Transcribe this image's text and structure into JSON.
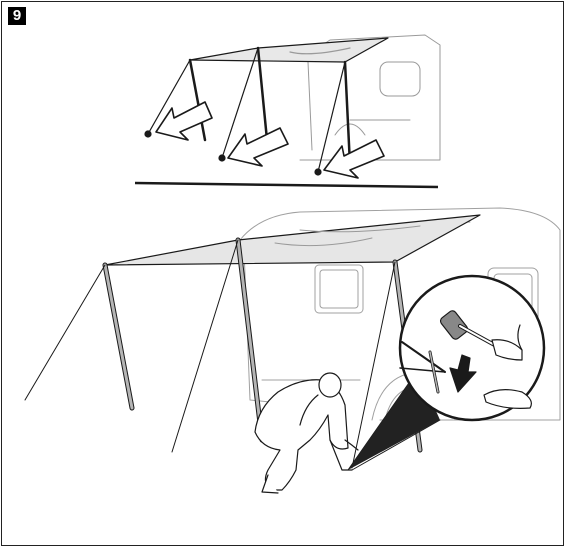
{
  "step": {
    "number": "9"
  },
  "colors": {
    "line": "#1a1a1a",
    "faint": "#9a9a9a",
    "awning_fill": "#e6e6e6",
    "pole_fill": "#b5b5b5",
    "arrow_fill": "#ffffff",
    "badge_bg": "#000000",
    "badge_text": "#ffffff"
  },
  "icons": {
    "top_panel_arrows": "pointing-down-left-arrow",
    "magnifier_arrow": "pointing-down-arrow",
    "tool": "mallet-icon"
  }
}
